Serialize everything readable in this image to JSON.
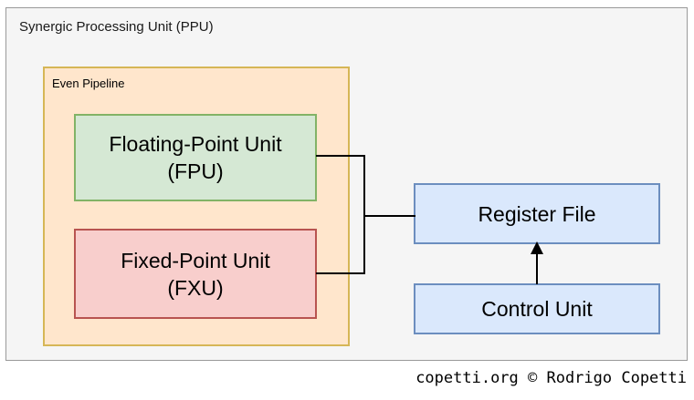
{
  "diagram": {
    "outer_group": {
      "title": "Synergic Processing Unit (PPU)",
      "background": "#f5f5f5",
      "border_color": "#9a9a9a"
    },
    "pipeline_group": {
      "title": "Even Pipeline",
      "fill": "#ffe6cc",
      "border_color": "#d6b656"
    },
    "units": [
      {
        "name": "floating-point-unit",
        "line1": "Floating-Point Unit",
        "line2": "(FPU)",
        "fill": "#d5e8d4",
        "border_color": "#82b366"
      },
      {
        "name": "fixed-point-unit",
        "line1": "Fixed-Point Unit",
        "line2": "(FXU)",
        "fill": "#f8cecc",
        "border_color": "#b85450"
      }
    ],
    "blocks": [
      {
        "name": "register-file",
        "label": "Register File",
        "fill": "#dae8fc",
        "border_color": "#6c8ebf"
      },
      {
        "name": "control-unit",
        "label": "Control Unit",
        "fill": "#dae8fc",
        "border_color": "#6c8ebf"
      }
    ],
    "connections": [
      {
        "from": "floating-point-unit",
        "to": "register-file",
        "arrow": false
      },
      {
        "from": "fixed-point-unit",
        "to": "register-file",
        "arrow": false
      },
      {
        "from": "control-unit",
        "to": "register-file",
        "arrow": true
      }
    ],
    "line_color": "#000000"
  },
  "footer": {
    "credit": "copetti.org © Rodrigo Copetti"
  }
}
